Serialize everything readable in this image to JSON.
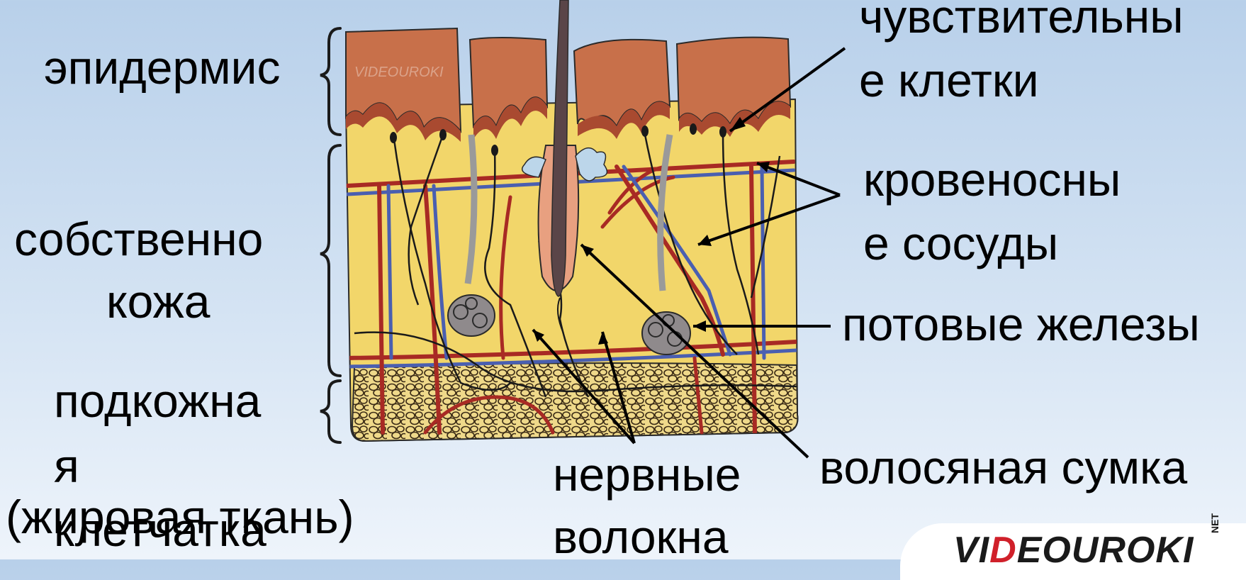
{
  "labels": {
    "epidermis": "эпидермис",
    "dermis_line1": "собственно",
    "dermis_line2": "кожа",
    "hypodermis_line1": "подкожна",
    "hypodermis_line2": "я",
    "hypodermis_line3": "клетчатка",
    "fat_tissue": "(жировая ткань)",
    "sensory_line1": "чувствительны",
    "sensory_line2": "е клетки",
    "vessels_line1": "кровеносны",
    "vessels_line2": "е сосуды",
    "sweat_glands": "потовые железы",
    "hair_follicle": "волосяная сумка",
    "nerves_line1": "нервные",
    "nerves_line2": "волокна"
  },
  "watermark": "VIDEOUROKI",
  "logo": {
    "part1": "VI",
    "part2": "D",
    "part3": "EOUROKI",
    "suffix": "NET"
  },
  "colors": {
    "epidermis": "#c8704a",
    "epidermis_dark": "#a94a30",
    "dermis": "#f2d66a",
    "artery": "#a82a24",
    "vein": "#4a5fb0",
    "fat": "#ecd276",
    "gland": "#8f8a8c",
    "hair": "#5a4548"
  }
}
